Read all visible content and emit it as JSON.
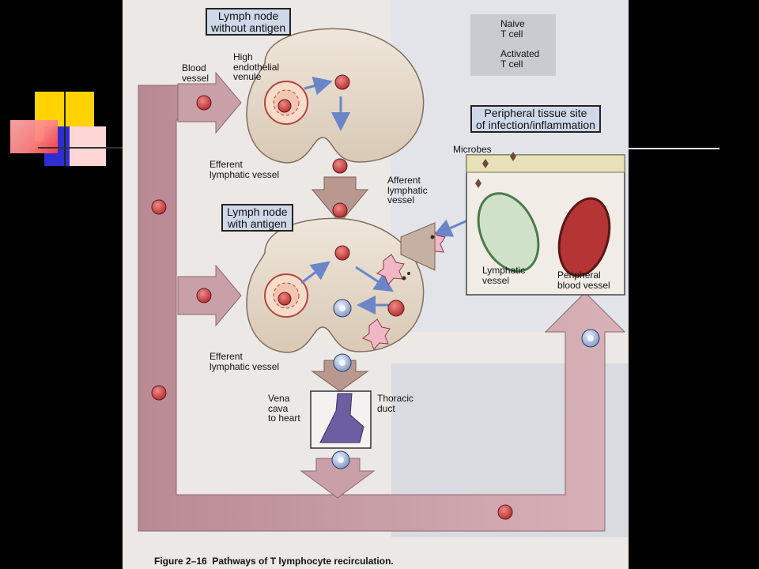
{
  "slide": {
    "decoration": {
      "colors": {
        "yellow": "#ffd200",
        "red": "#ff3a3a",
        "blue": "#2d2dd2",
        "pink": "#ffd0d0"
      }
    }
  },
  "figure": {
    "caption": "Figure 2–16  Pathways of T lymphocyte recirculation.",
    "legend": {
      "naive": "Naive\nT cell",
      "activated": "Activated\nT cell"
    },
    "boxes": {
      "node_without_antigen": "Lymph node\nwithout antigen",
      "node_with_antigen": "Lymph node\nwith antigen",
      "peripheral_site": "Peripheral tissue site\nof infection/inflammation"
    },
    "labels": {
      "blood_vessel": "Blood\nvessel",
      "hev": "High\nendothelial\nvenule",
      "efferent_1": "Efferent\nlymphatic vessel",
      "efferent_2": "Efferent\nlymphatic vessel",
      "afferent": "Afferent\nlymphatic\nvessel",
      "microbes": "Microbes",
      "lymphatic_vessel": "Lymphatic\nvessel",
      "peripheral_blood_vessel": "Peripheral\nblood vessel",
      "vena_cava": "Vena\ncava\nto heart",
      "thoracic_duct": "Thoracic\nduct"
    },
    "colors": {
      "pathway": "#c79aa2",
      "node": "#e6dac9",
      "naive_cell": "#d24a4a",
      "activated_cell": "#9fb7e0",
      "arrow_blue": "#6a86c8",
      "label_box": "#cfd8e8"
    }
  }
}
